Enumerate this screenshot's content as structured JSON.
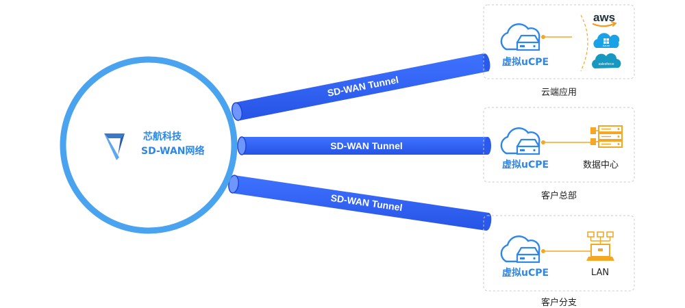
{
  "hub": {
    "brand_name": "芯航科技",
    "network_label": "SD-WAN网络",
    "colors": {
      "ring": "#4aa3ef",
      "brand_text": "#2f86e6"
    }
  },
  "tunnels": [
    {
      "label": "SD-WAN Tunnel"
    },
    {
      "label": "SD-WAN Tunnel"
    },
    {
      "label": "SD-WAN Tunnel"
    }
  ],
  "tunnel_color": "#2f5ff0",
  "sites": [
    {
      "caption": "云端应用",
      "node_label": "虚拟uCPE",
      "icon": "cloud-router-icon",
      "targets": [
        {
          "icon": "aws-logo",
          "text": "aws"
        },
        {
          "icon": "azure-logo",
          "text": "Azure"
        },
        {
          "icon": "salesforce-logo",
          "text": "salesforce"
        }
      ]
    },
    {
      "caption": "客户总部",
      "node_label": "虚拟uCPE",
      "icon": "cloud-router-icon",
      "target_icon": "server-rack-icon",
      "target_label": "数据中心"
    },
    {
      "caption": "客户分支",
      "node_label": "虚拟uCPE",
      "icon": "cloud-router-icon",
      "target_icon": "lan-laptop-icon",
      "target_label": "LAN"
    }
  ],
  "colors": {
    "accent_blue": "#2f86e6",
    "orange": "#f5a623",
    "panel_border": "#c9c9c9"
  }
}
